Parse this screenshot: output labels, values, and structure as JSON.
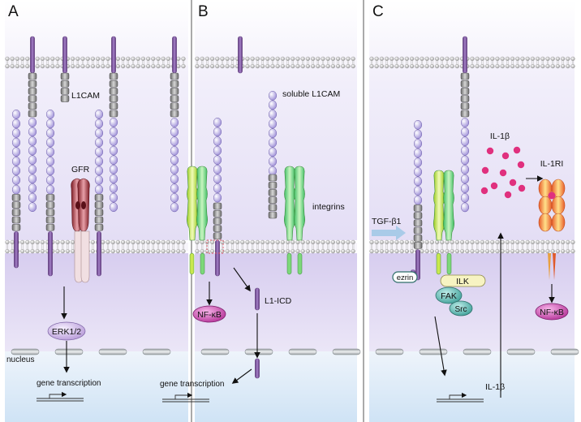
{
  "panels": [
    {
      "letter": "A",
      "labels": {
        "l1cam": "L1CAM",
        "gfr": "GFR",
        "erk": "ERK1/2",
        "nucleus": "nucleus",
        "gene": "gene transcription"
      }
    },
    {
      "letter": "B",
      "labels": {
        "soluble": "soluble L1CAM",
        "integrins": "integrins",
        "nfkb": "NF-κB",
        "l1icd": "L1-ICD",
        "gene": "gene transcription"
      }
    },
    {
      "letter": "C",
      "labels": {
        "tgf": "TGF-β1",
        "il1b_top": "IL-1β",
        "il1ri": "IL-1RI",
        "ezrin": "ezrin",
        "ilk": "ILK",
        "fak": "FAK",
        "src": "Src",
        "nfkb": "NF-κB",
        "il1b_bottom": "IL-1β"
      }
    }
  ],
  "colors": {
    "extracellular": "#ece8f8",
    "cytoplasm": "#ddd5f1",
    "nucleoplasm": "#e6f1fb",
    "membrane_bead": "#dcdcdc",
    "ig_domain": "#c7bcec",
    "fn_domain": "#8d8d8d",
    "transmembrane": "#7a4f9c",
    "integrin_green": "#7dd87a",
    "integrin_yellow": "#c9e84f",
    "nfkb": "#d85bc0",
    "il1b_dot": "#e0307e",
    "gfr": "#9a2f3a",
    "fak_src": "#57b3ad",
    "ilk": "#f6f2b8"
  }
}
